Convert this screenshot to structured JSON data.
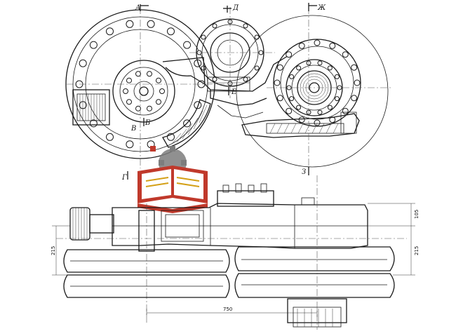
{
  "drawing": {
    "section_labels": {
      "a": "А",
      "d": "Д",
      "zh": "Ж",
      "e": "Е",
      "b": "Б",
      "v": "В",
      "g": "Г",
      "z": "З"
    },
    "dimensions": {
      "dim_105": "105",
      "dim_215_left": "215",
      "dim_215_right": "215",
      "dim_750": "750"
    },
    "colors": {
      "line": "#1a1a1a",
      "logo_red": "#c0392b",
      "logo_gray": "#7d7d7d",
      "logo_gold": "#d4a017"
    }
  }
}
